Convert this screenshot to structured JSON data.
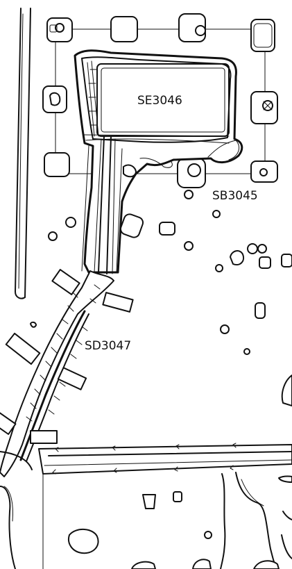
{
  "labels": {
    "se3046": "SE3046",
    "sb3045": "SB3045",
    "sd3047": "SD3047"
  },
  "colors": {
    "line": "#111111",
    "background": "#ffffff"
  }
}
